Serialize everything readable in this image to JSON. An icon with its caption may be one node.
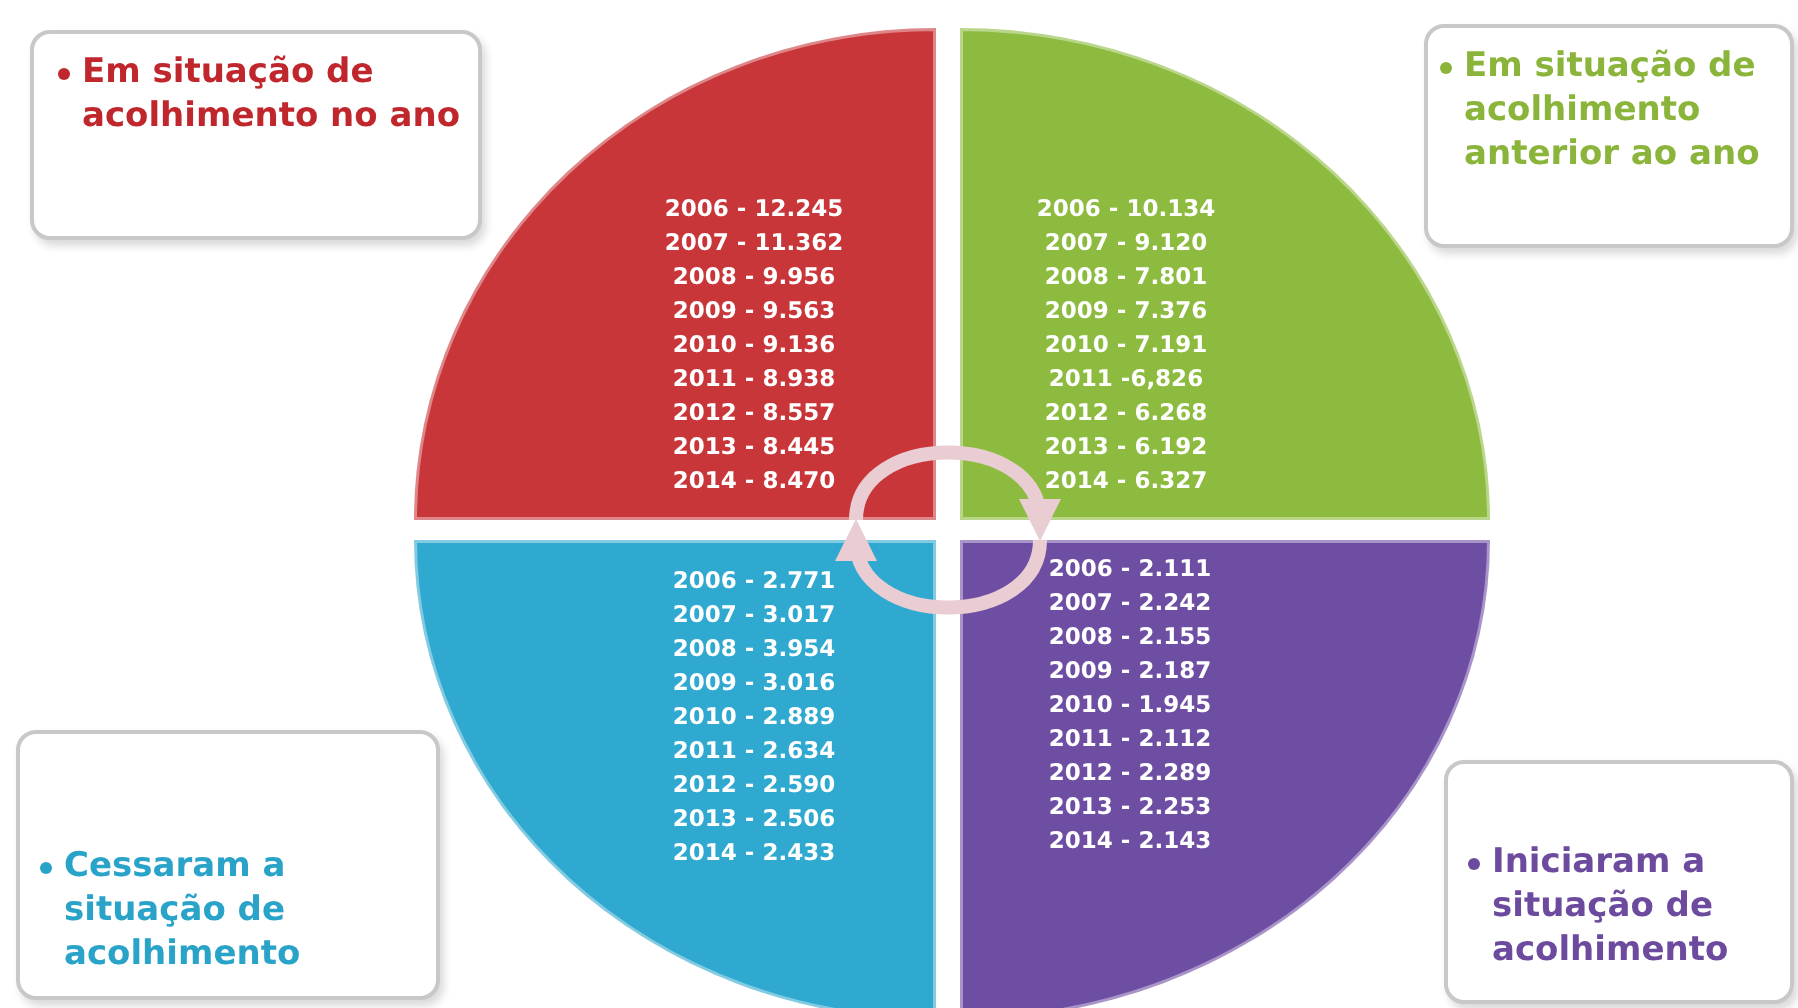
{
  "diagram": {
    "nodes": [
      {
        "text": [
          "Em situação de acolhimento no ano"
        ]
      },
      {
        "text": [
          "Em situação de acolhimento anterior ao ano"
        ]
      },
      {
        "text": [
          "2006 - 12.245",
          "2007 - 11.362",
          "2008 - 9.956",
          "2009 - 9.563",
          "2010 - 9.136",
          "2011 - 8.938",
          "2012 - 8.557",
          "2013 - 8.445",
          "2014 - 8.470"
        ]
      },
      {
        "text": [
          "2006 - 10.134",
          "2007 - 9.120",
          "2008 - 7.801",
          "2009 - 7.376",
          "2010 - 7.191",
          "2011 -6,826",
          "2012 - 6.268",
          "2013 - 6.192",
          "2014 - 6.327"
        ]
      },
      {
        "text": [
          "2006 - 2.771",
          "2007 - 3.017",
          "2008 - 3.954",
          "2009 - 3.016",
          "2010 - 2.889",
          "2011 - 2.634",
          "2012 - 2.590",
          "2013 - 2.506",
          "2014 - 2.433"
        ]
      },
      {
        "text": [
          "2006 - 2.111",
          "2007 - 2.242",
          "2008 - 2.155",
          "2009 - 2.187",
          "2010 - 1.945",
          "2011 - 2.112",
          "2012 - 2.289",
          "2013 - 2.253",
          "2014 - 2.143"
        ]
      },
      {
        "text": [
          "Cessaram a situação de acolhimento"
        ]
      },
      {
        "text": [
          "Iniciaram a situação de acolhimento"
        ]
      }
    ],
    "edges": [
      {
        "from": 2,
        "to": 3,
        "arrow": "to"
      },
      {
        "from": 5,
        "to": 4,
        "arrow": "to"
      }
    ]
  }
}
